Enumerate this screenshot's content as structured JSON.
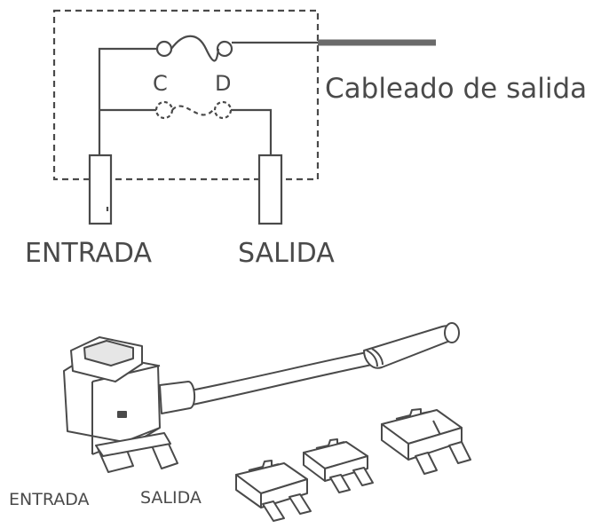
{
  "labels": {
    "output_cable": "Cableado de salida",
    "input_top": "ENTRADA",
    "output_top": "SALIDA",
    "contact_c": "C",
    "contact_d": "D",
    "input_bottom": "ENTRADA",
    "output_bottom": "SALIDA"
  },
  "colors": {
    "line": "#4a4a4a",
    "cable": "#6a6a6a",
    "text": "#4a4a4a",
    "fill": "#ffffff",
    "shade": "#e6e6e6"
  }
}
